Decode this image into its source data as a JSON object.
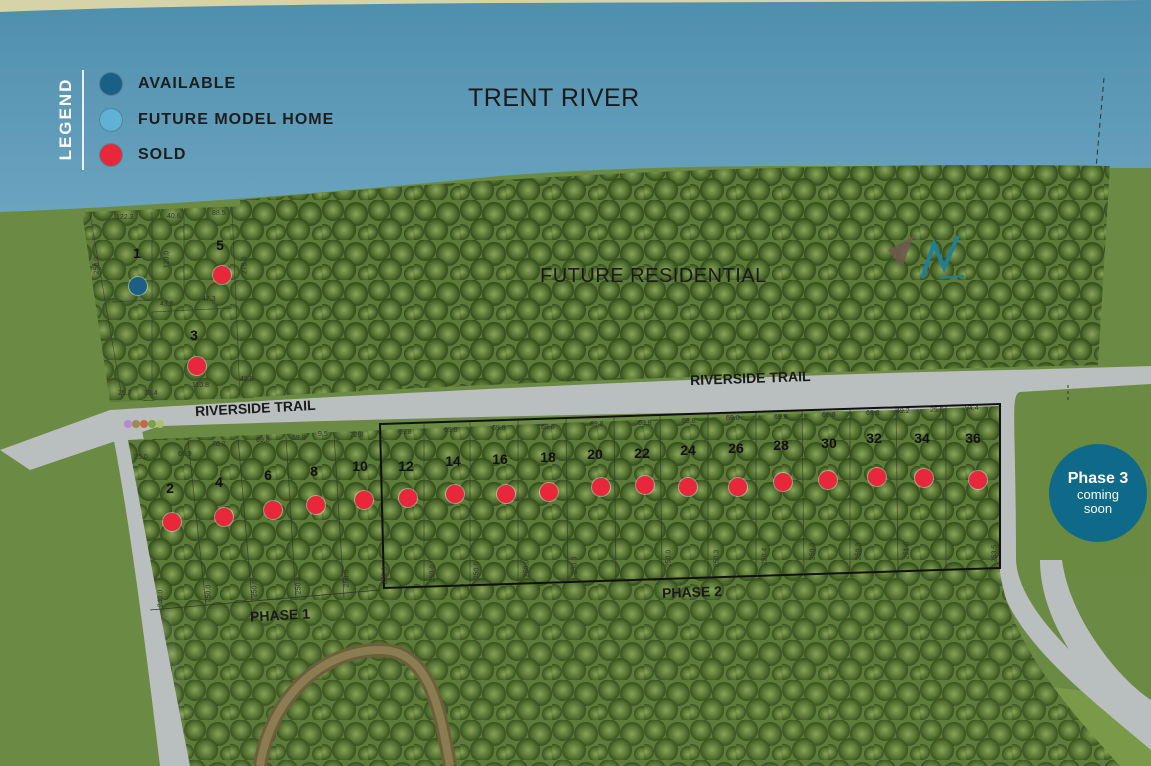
{
  "legend": {
    "title": "LEGEND",
    "items": [
      {
        "label": "AVAILABLE",
        "color": "#1c5f85"
      },
      {
        "label": "FUTURE MODEL HOME",
        "color": "#5fb1d6"
      },
      {
        "label": "SOLD",
        "color": "#e8283a"
      }
    ]
  },
  "labels": {
    "river": "TRENT RIVER",
    "future_residential": "FUTURE RESIDENTIAL",
    "trail_east": "RIVERSIDE TRAIL",
    "trail_west": "RIVERSIDE TRAIL",
    "phase1": "PHASE 1",
    "phase2": "PHASE 2"
  },
  "phase3": {
    "title": "Phase 3",
    "line1": "coming",
    "line2": "soon",
    "color": "#0f6a8a"
  },
  "lots": [
    {
      "number": "1",
      "status": "available"
    },
    {
      "number": "5",
      "status": "sold"
    },
    {
      "number": "3",
      "status": "sold"
    },
    {
      "number": "2",
      "status": "sold"
    },
    {
      "number": "4",
      "status": "sold"
    },
    {
      "number": "6",
      "status": "sold"
    },
    {
      "number": "8",
      "status": "sold"
    },
    {
      "number": "10",
      "status": "sold"
    },
    {
      "number": "12",
      "status": "sold"
    },
    {
      "number": "14",
      "status": "sold"
    },
    {
      "number": "16",
      "status": "sold"
    },
    {
      "number": "18",
      "status": "sold"
    },
    {
      "number": "20",
      "status": "sold"
    },
    {
      "number": "22",
      "status": "sold"
    },
    {
      "number": "24",
      "status": "sold"
    },
    {
      "number": "26",
      "status": "sold"
    },
    {
      "number": "28",
      "status": "sold"
    },
    {
      "number": "30",
      "status": "sold"
    },
    {
      "number": "32",
      "status": "sold"
    },
    {
      "number": "34",
      "status": "sold"
    },
    {
      "number": "36",
      "status": "sold"
    }
  ],
  "dimensions": {
    "top": [
      "25.0",
      "69.9",
      "70.2",
      "69.8",
      "69.8",
      "9.5",
      "72.8",
      "69.8",
      "69.8",
      "69.8",
      "69.8",
      "69.8",
      "69.8",
      "69.8",
      "69.8",
      "69.8",
      "69.8",
      "69.8",
      "49.2",
      "25.5",
      "94.4"
    ],
    "depth": [
      "240.0",
      "250.0",
      "250.0",
      "250.0",
      "250.0",
      "250.0",
      "250.0",
      "250.0",
      "250.0",
      "250.3",
      "250.0",
      "250.3",
      "250.4",
      "250.3",
      "250.3",
      "251.6",
      "253.5"
    ],
    "north_lots": [
      "122.3",
      "40.6",
      "88.5",
      "256.0",
      "120.0",
      "275.0",
      "43.5",
      "47.3",
      "25.7",
      "38.4",
      "110.8",
      "42.5"
    ]
  }
}
